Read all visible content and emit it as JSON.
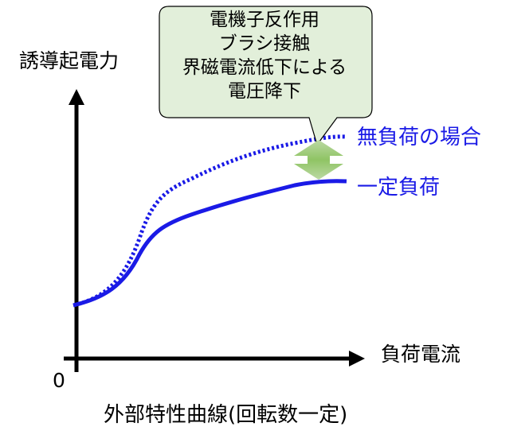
{
  "y_axis_label": "誘導起電力",
  "x_axis_label": "負荷電流",
  "origin_label": "0",
  "caption": "外部特性曲線(回転数一定)",
  "callout_lines": [
    "電機子反作用",
    "ブラシ接触",
    "界磁電流低下による",
    "電圧降下"
  ],
  "series": [
    {
      "name": "無負荷の場合",
      "line_style": "dotted",
      "color": "#1a1ae6"
    },
    {
      "name": "一定負荷",
      "line_style": "solid",
      "color": "#1a1ae6"
    }
  ],
  "colors": {
    "callout_fill": "#e2efda",
    "callout_border": "#000000",
    "arrow_fill": "#8fc464",
    "axis": "#000000"
  }
}
